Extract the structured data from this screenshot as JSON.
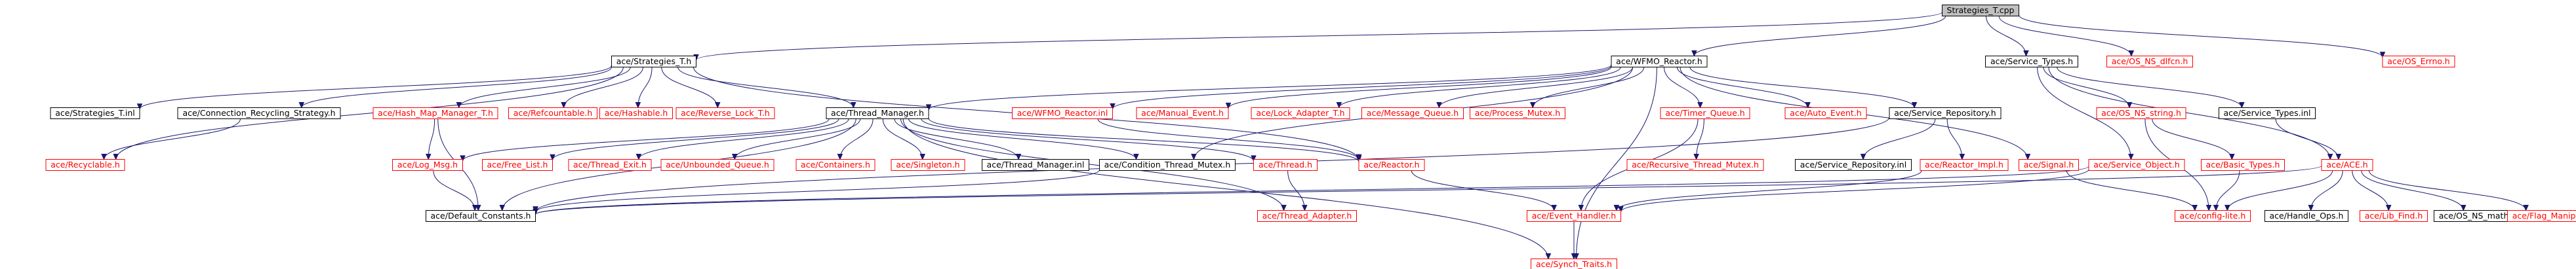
{
  "graph": {
    "title": "Strategies_T.cpp",
    "colors": {
      "edge": "#191970",
      "root_fill": "#c0c0c0",
      "doc_border": "#000000",
      "nodoc_border": "#ff0000",
      "doc_text": "#000000",
      "nodoc_text": "#ff0000",
      "node_fill": "#ffffff"
    },
    "nodes": [
      {
        "id": "n0",
        "label": "Strategies_T.cpp",
        "style": "root"
      },
      {
        "id": "n1",
        "label": "ace/Strategies_T.h",
        "style": "doc"
      },
      {
        "id": "n2",
        "label": "ace/WFMO_Reactor.h",
        "style": "doc"
      },
      {
        "id": "n3",
        "label": "ace/Service_Types.h",
        "style": "doc"
      },
      {
        "id": "n4",
        "label": "ace/OS_NS_dlfcn.h",
        "style": "nodoc"
      },
      {
        "id": "n5",
        "label": "ace/OS_Errno.h",
        "style": "nodoc"
      },
      {
        "id": "n6",
        "label": "ace/Strategies_T.inl",
        "style": "doc"
      },
      {
        "id": "n7",
        "label": "ace/Connection_Recycling_Strategy.h",
        "style": "doc"
      },
      {
        "id": "n8",
        "label": "ace/Hash_Map_Manager_T.h",
        "style": "nodoc"
      },
      {
        "id": "n9",
        "label": "ace/Refcountable.h",
        "style": "nodoc"
      },
      {
        "id": "n10",
        "label": "ace/Hashable.h",
        "style": "nodoc"
      },
      {
        "id": "n11",
        "label": "ace/Reverse_Lock_T.h",
        "style": "nodoc"
      },
      {
        "id": "n12",
        "label": "ace/Thread_Manager.h",
        "style": "doc"
      },
      {
        "id": "n13",
        "label": "ace/WFMO_Reactor.inl",
        "style": "nodoc"
      },
      {
        "id": "n14",
        "label": "ace/Manual_Event.h",
        "style": "nodoc"
      },
      {
        "id": "n15",
        "label": "ace/Lock_Adapter_T.h",
        "style": "nodoc"
      },
      {
        "id": "n16",
        "label": "ace/Message_Queue.h",
        "style": "nodoc"
      },
      {
        "id": "n17",
        "label": "ace/Process_Mutex.h",
        "style": "nodoc"
      },
      {
        "id": "n18",
        "label": "ace/Timer_Queue.h",
        "style": "nodoc"
      },
      {
        "id": "n19",
        "label": "ace/Auto_Event.h",
        "style": "nodoc"
      },
      {
        "id": "n20",
        "label": "ace/Service_Repository.h",
        "style": "doc"
      },
      {
        "id": "n21",
        "label": "ace/OS_NS_string.h",
        "style": "nodoc"
      },
      {
        "id": "n22",
        "label": "ace/Service_Types.inl",
        "style": "doc"
      },
      {
        "id": "n23",
        "label": "ace/Recyclable.h",
        "style": "nodoc"
      },
      {
        "id": "n24",
        "label": "ace/Log_Msg.h",
        "style": "nodoc"
      },
      {
        "id": "n25",
        "label": "ace/Free_List.h",
        "style": "nodoc"
      },
      {
        "id": "n26",
        "label": "ace/Thread_Exit.h",
        "style": "nodoc"
      },
      {
        "id": "n27",
        "label": "ace/Unbounded_Queue.h",
        "style": "nodoc"
      },
      {
        "id": "n28",
        "label": "ace/Containers.h",
        "style": "nodoc"
      },
      {
        "id": "n29",
        "label": "ace/Singleton.h",
        "style": "nodoc"
      },
      {
        "id": "n30",
        "label": "ace/Thread_Manager.inl",
        "style": "doc"
      },
      {
        "id": "n31",
        "label": "ace/Condition_Thread_Mutex.h",
        "style": "doc"
      },
      {
        "id": "n32",
        "label": "ace/Thread.h",
        "style": "nodoc"
      },
      {
        "id": "n33",
        "label": "ace/Reactor.h",
        "style": "nodoc"
      },
      {
        "id": "n34",
        "label": "ace/Recursive_Thread_Mutex.h",
        "style": "nodoc"
      },
      {
        "id": "n35",
        "label": "ace/Service_Repository.inl",
        "style": "doc"
      },
      {
        "id": "n36",
        "label": "ace/Reactor_Impl.h",
        "style": "nodoc"
      },
      {
        "id": "n37",
        "label": "ace/Signal.h",
        "style": "nodoc"
      },
      {
        "id": "n38",
        "label": "ace/Service_Object.h",
        "style": "nodoc"
      },
      {
        "id": "n39",
        "label": "ace/Basic_Types.h",
        "style": "nodoc"
      },
      {
        "id": "n40",
        "label": "ace/ACE.h",
        "style": "nodoc"
      },
      {
        "id": "n41",
        "label": "ace/Default_Constants.h",
        "style": "doc"
      },
      {
        "id": "n42",
        "label": "ace/Thread_Adapter.h",
        "style": "nodoc"
      },
      {
        "id": "n43",
        "label": "ace/Event_Handler.h",
        "style": "nodoc"
      },
      {
        "id": "n44",
        "label": "ace/config-lite.h",
        "style": "nodoc"
      },
      {
        "id": "n45",
        "label": "ace/Handle_Ops.h",
        "style": "doc"
      },
      {
        "id": "n46",
        "label": "ace/Lib_Find.h",
        "style": "nodoc"
      },
      {
        "id": "n47",
        "label": "ace/OS_NS_math.h",
        "style": "doc"
      },
      {
        "id": "n48",
        "label": "ace/Flag_Manip.h",
        "style": "nodoc"
      },
      {
        "id": "n49",
        "label": "ace/Synch_Traits.h",
        "style": "nodoc"
      }
    ],
    "edges": [
      [
        "n0",
        "n1"
      ],
      [
        "n0",
        "n2"
      ],
      [
        "n0",
        "n3"
      ],
      [
        "n0",
        "n4"
      ],
      [
        "n0",
        "n5"
      ],
      [
        "n1",
        "n6"
      ],
      [
        "n1",
        "n7"
      ],
      [
        "n1",
        "n8"
      ],
      [
        "n1",
        "n9"
      ],
      [
        "n1",
        "n10"
      ],
      [
        "n1",
        "n11"
      ],
      [
        "n1",
        "n12"
      ],
      [
        "n1",
        "n23"
      ],
      [
        "n1",
        "n33"
      ],
      [
        "n2",
        "n12"
      ],
      [
        "n2",
        "n13"
      ],
      [
        "n2",
        "n14"
      ],
      [
        "n2",
        "n15"
      ],
      [
        "n2",
        "n16"
      ],
      [
        "n2",
        "n17"
      ],
      [
        "n2",
        "n18"
      ],
      [
        "n2",
        "n19"
      ],
      [
        "n2",
        "n20"
      ],
      [
        "n2",
        "n37"
      ],
      [
        "n2",
        "n31"
      ],
      [
        "n2",
        "n49"
      ],
      [
        "n3",
        "n21"
      ],
      [
        "n3",
        "n22"
      ],
      [
        "n3",
        "n38"
      ],
      [
        "n3",
        "n40"
      ],
      [
        "n7",
        "n23"
      ],
      [
        "n8",
        "n24"
      ],
      [
        "n8",
        "n41"
      ],
      [
        "n12",
        "n24"
      ],
      [
        "n12",
        "n25"
      ],
      [
        "n12",
        "n26"
      ],
      [
        "n12",
        "n27"
      ],
      [
        "n12",
        "n28"
      ],
      [
        "n12",
        "n29"
      ],
      [
        "n12",
        "n30"
      ],
      [
        "n12",
        "n31"
      ],
      [
        "n12",
        "n32"
      ],
      [
        "n12",
        "n33"
      ],
      [
        "n12",
        "n42"
      ],
      [
        "n12",
        "n49"
      ],
      [
        "n12",
        "n41"
      ],
      [
        "n13",
        "n33"
      ],
      [
        "n18",
        "n34"
      ],
      [
        "n18",
        "n43"
      ],
      [
        "n20",
        "n35"
      ],
      [
        "n20",
        "n36"
      ],
      [
        "n20",
        "n41"
      ],
      [
        "n21",
        "n39"
      ],
      [
        "n21",
        "n44"
      ],
      [
        "n22",
        "n40"
      ],
      [
        "n32",
        "n42"
      ],
      [
        "n33",
        "n43"
      ],
      [
        "n36",
        "n43"
      ],
      [
        "n37",
        "n44"
      ],
      [
        "n38",
        "n43"
      ],
      [
        "n38",
        "n41"
      ],
      [
        "n39",
        "n44"
      ],
      [
        "n40",
        "n41"
      ],
      [
        "n40",
        "n44"
      ],
      [
        "n40",
        "n45"
      ],
      [
        "n40",
        "n46"
      ],
      [
        "n40",
        "n47"
      ],
      [
        "n40",
        "n48"
      ],
      [
        "n43",
        "n49"
      ],
      [
        "n24",
        "n41"
      ],
      [
        "n31",
        "n41"
      ]
    ]
  }
}
